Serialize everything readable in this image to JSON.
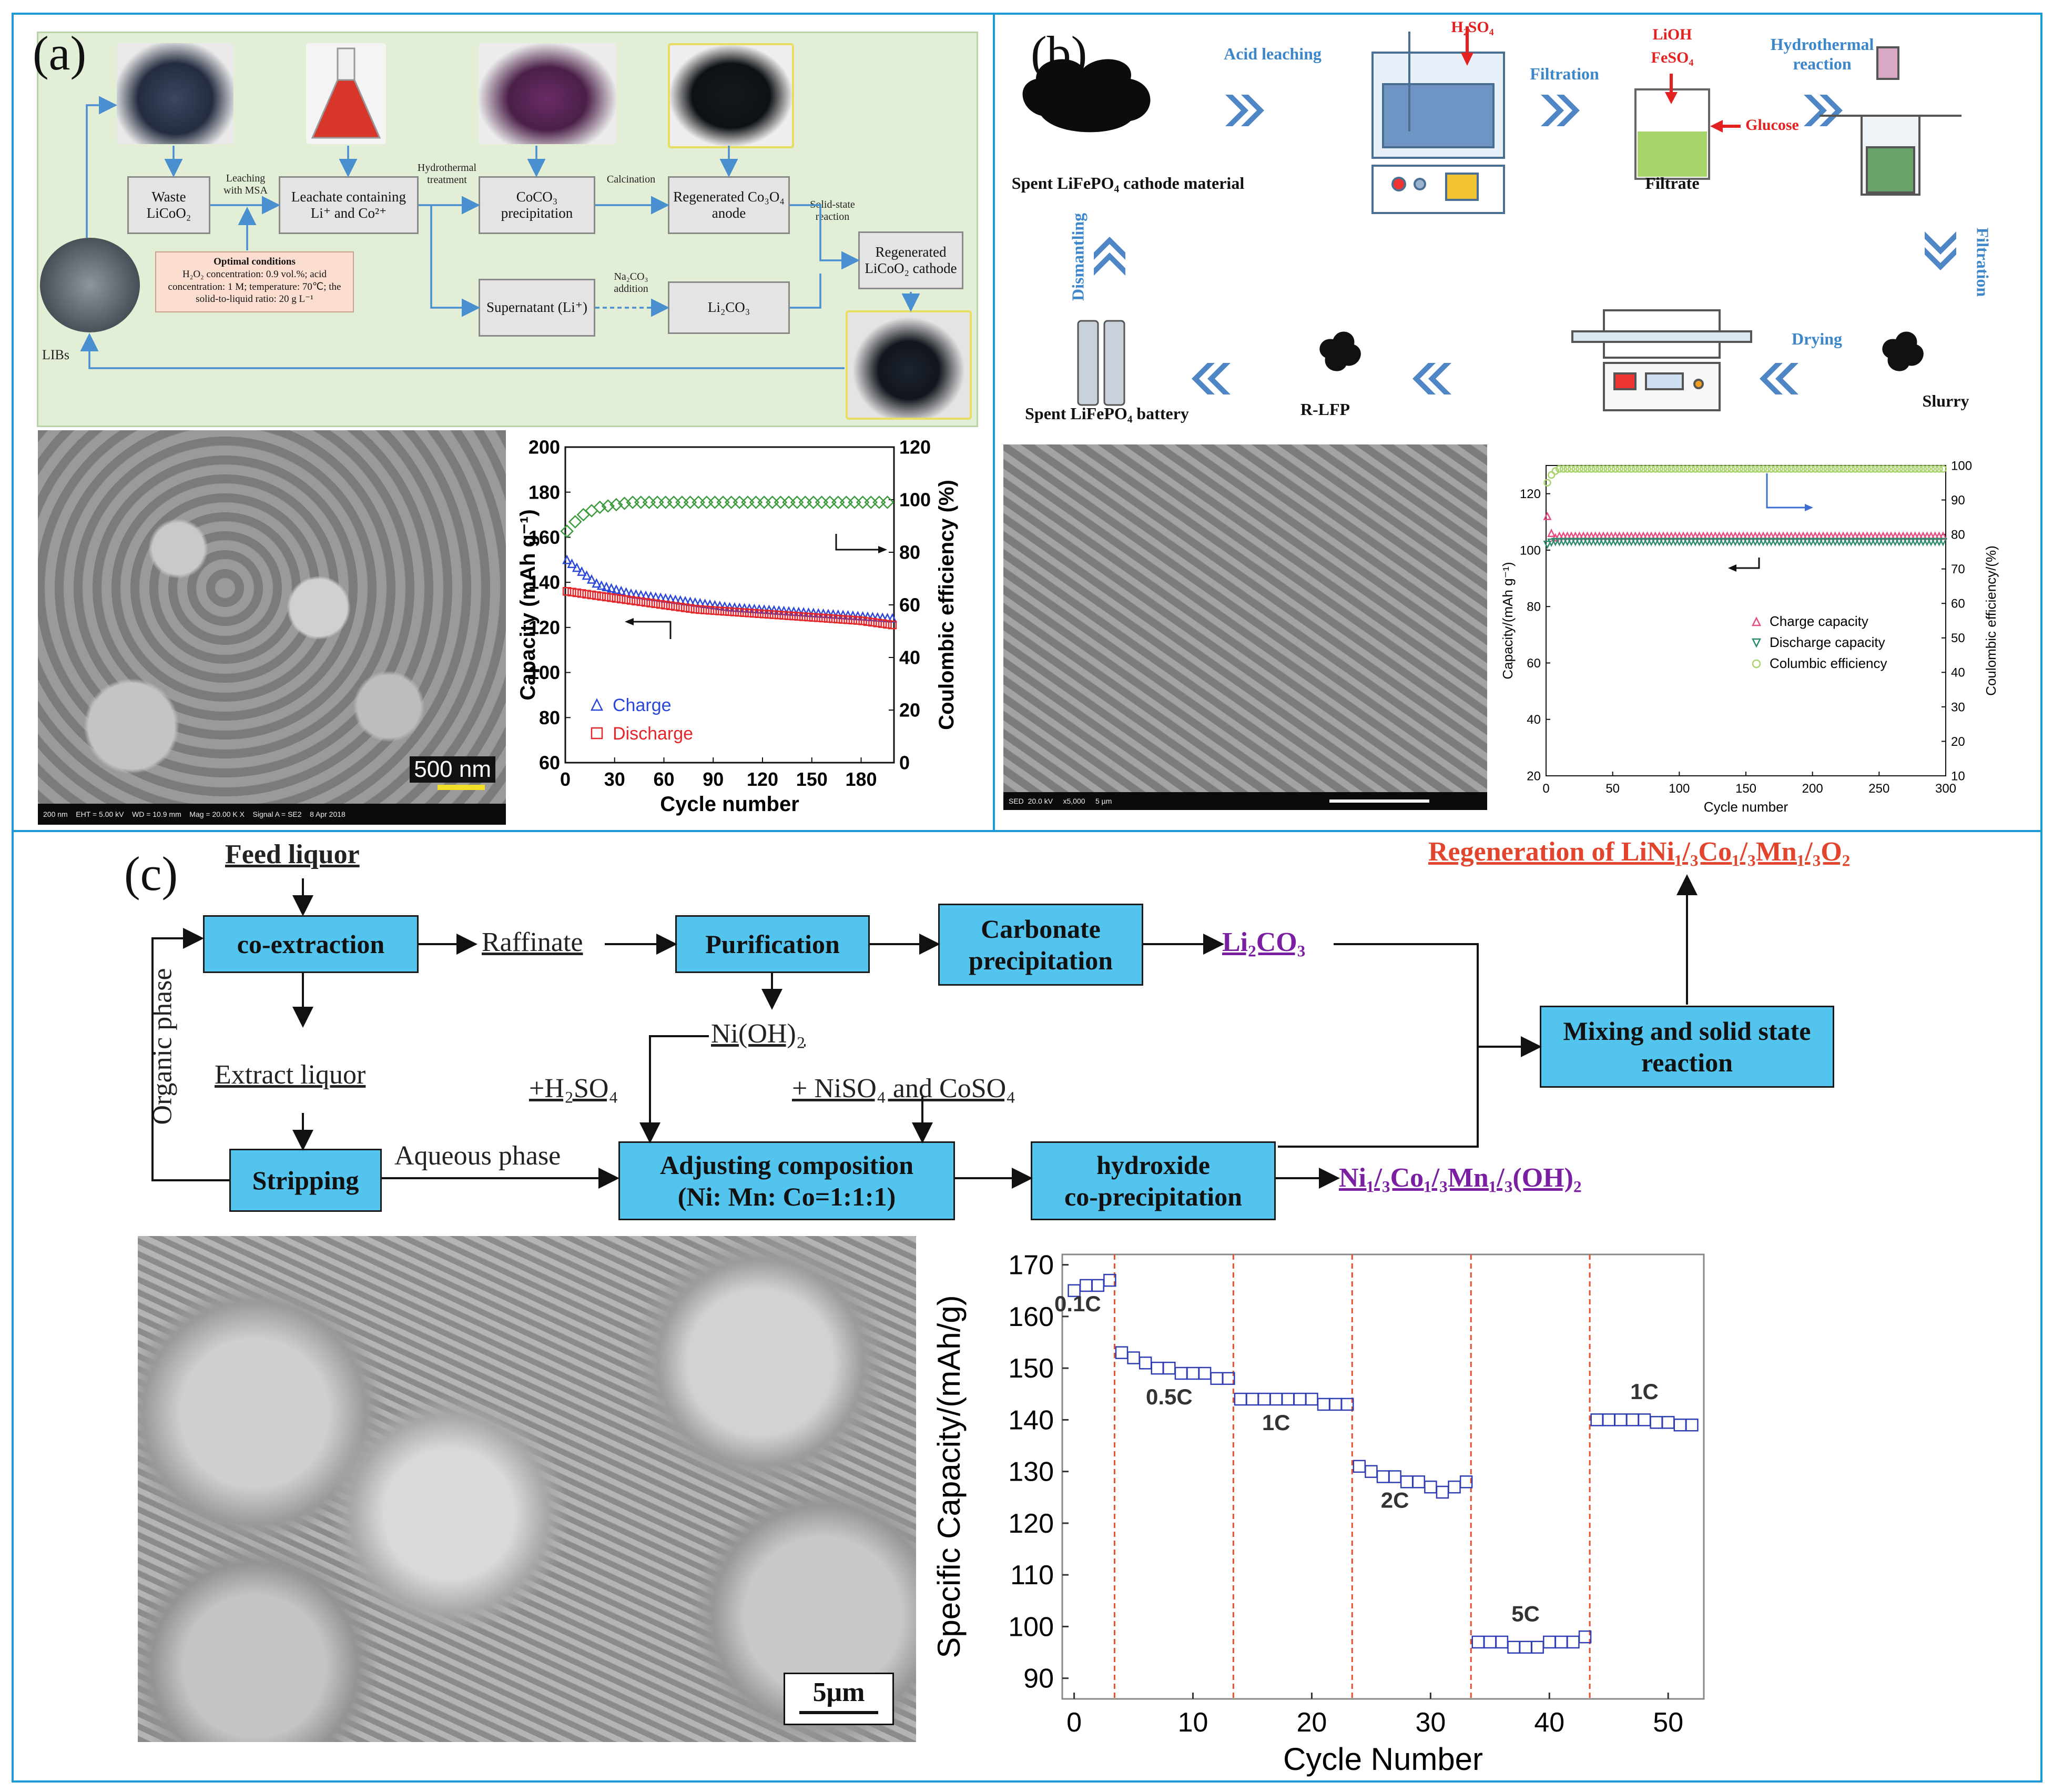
{
  "panels": {
    "a": {
      "letter": "(a)",
      "boxes": {
        "waste": "Waste LiCoO₂",
        "leachate": "Leachate containing Li⁺ and Co²⁺",
        "coco3": "CoCO₃ precipitation",
        "co3o4": "Regenerated Co₃O₄ anode",
        "licoo2": "Regenerated LiCoO₂ cathode",
        "supernatant": "Supernatant (Li⁺)",
        "li2co3": "Li₂CO₃"
      },
      "arrow_labels": {
        "leaching": "Leaching with MSA",
        "hydrothermal": "Hydrothermal treatment",
        "calcination": "Calcination",
        "solid_state": "Solid-state reaction",
        "na2co3": "Na₂CO₃ addition"
      },
      "optimal": {
        "title": "Optimal conditions",
        "text": "H₂O₂ concentration: 0.9 vol.%; acid concentration: 1 M; temperature: 70℃; the solid-to-liquid ratio: 20 g L⁻¹"
      },
      "libs_label": "LIBs",
      "sem": {
        "scale": "500 nm",
        "info": "200 nm    EHT = 5.00 kV    WD = 10.9 mm    Mag = 20.00 K X    Signal A = SE2    8 Apr 2018"
      }
    },
    "b": {
      "letter": "(b)",
      "labels": {
        "spent_material": "Spent LiFePO₄ cathode material",
        "acid_leaching": "Acid leaching",
        "h2so4": "H₂SO₄",
        "filtration1": "Filtration",
        "lioh": "LiOH",
        "feso4": "FeSO₄",
        "glucose": "Glucose",
        "filtrate": "Filtrate",
        "hydrothermal": "Hydrothermal reaction",
        "filtration2": "Filtration",
        "slurry": "Slurry",
        "drying": "Drying",
        "rlfp": "R-LFP",
        "spent_battery": "Spent LiFePO₄ battery",
        "dismantling": "Dismantling"
      },
      "sem": {
        "info": "SED  20.0 kV     x5,000     5 µm"
      }
    },
    "c": {
      "letter": "(c)",
      "labels": {
        "feed": "Feed liquor",
        "coext": "co-extraction",
        "raffinate": "Raffinate",
        "purification": "Purification",
        "carbonate": "Carbonate precipitation",
        "li2co3": "Li₂CO₃",
        "regen": "Regeneration of LiNi₁/₃Co₁/₃Mn₁/₃O₂",
        "organic": "Organic phase",
        "extract": "Extract liquor",
        "nioh2": "Ni(OH)₂",
        "h2so4": "+H₂SO₄",
        "niso4": "+ NiSO₄ and CoSO₄",
        "mixing": "Mixing and solid state reaction",
        "stripping": "Stripping",
        "aqueous": "Aqueous phase",
        "adjusting1": "Adjusting composition",
        "adjusting2": "(Ni: Mn: Co=1:1:1)",
        "hydroxide1": "hydroxide",
        "hydroxide2": "co-precipitation",
        "ncm": "Ni₁/₃Co₁/₃Mn₁/₃(OH)₂"
      },
      "sem": {
        "scale": "5μm"
      }
    }
  },
  "chart_data": [
    {
      "id": "a",
      "type": "scatter",
      "xlabel": "Cycle number",
      "ylabel": "Capacity (mAh g⁻¹)",
      "y2label": "Coulombic efficiency (%)",
      "xlim": [
        0,
        200
      ],
      "ylim": [
        60,
        200
      ],
      "y2lim": [
        0,
        120
      ],
      "xticks": [
        0,
        30,
        60,
        90,
        120,
        150,
        180
      ],
      "yticks": [
        60,
        80,
        100,
        120,
        140,
        160,
        180,
        200
      ],
      "y2ticks": [
        0,
        20,
        40,
        60,
        80,
        100,
        120
      ],
      "legend": [
        "Charge",
        "Discharge"
      ],
      "series": [
        {
          "name": "Charge",
          "color": "#2a47d8",
          "marker": "triangle",
          "axis": "left",
          "x": [
            1,
            20,
            40,
            60,
            80,
            100,
            120,
            140,
            160,
            180,
            200
          ],
          "y": [
            150,
            139,
            135,
            133,
            131,
            129,
            128,
            127,
            126,
            125,
            124
          ]
        },
        {
          "name": "Discharge",
          "color": "#e3262a",
          "marker": "square",
          "axis": "left",
          "x": [
            1,
            20,
            40,
            60,
            80,
            100,
            120,
            140,
            160,
            180,
            200
          ],
          "y": [
            136,
            134,
            132,
            130,
            128,
            127,
            126,
            125,
            124,
            123,
            121
          ]
        },
        {
          "name": "Coulombic efficiency",
          "color": "#3c9a3c",
          "marker": "diamond",
          "axis": "right",
          "x": [
            1,
            5,
            10,
            20,
            30,
            40,
            60,
            100,
            150,
            200
          ],
          "y": [
            88,
            91,
            94,
            97,
            98,
            99,
            99,
            99,
            99,
            99
          ]
        }
      ]
    },
    {
      "id": "b",
      "type": "scatter",
      "xlabel": "Cycle number",
      "ylabel": "Capacity/(mAh g⁻¹)",
      "y2label": "Coulombic efficiency/(%)",
      "xlim": [
        0,
        300
      ],
      "ylim": [
        20,
        130
      ],
      "y2lim": [
        10,
        100
      ],
      "xticks": [
        0,
        50,
        100,
        150,
        200,
        250,
        300
      ],
      "yticks": [
        20,
        40,
        60,
        80,
        100,
        120
      ],
      "y2ticks": [
        10,
        20,
        30,
        40,
        50,
        60,
        70,
        80,
        90,
        100
      ],
      "legend": [
        "Charge capacity",
        "Discharge capacity",
        "Columbic efficiency"
      ],
      "series": [
        {
          "name": "Charge capacity",
          "color": "#e64d7e",
          "marker": "triangle",
          "axis": "left",
          "x": [
            1,
            5,
            10,
            50,
            100,
            150,
            200,
            250,
            300
          ],
          "y": [
            112,
            104,
            105,
            105,
            105,
            105,
            105,
            105,
            105
          ]
        },
        {
          "name": "Discharge capacity",
          "color": "#2f8a6f",
          "marker": "triangle-down",
          "axis": "left",
          "x": [
            1,
            5,
            10,
            50,
            100,
            150,
            200,
            250,
            300
          ],
          "y": [
            102,
            103,
            103,
            103,
            103,
            103,
            103,
            103,
            103
          ]
        },
        {
          "name": "Columbic efficiency",
          "color": "#a9d36a",
          "marker": "circle",
          "axis": "right",
          "x": [
            1,
            5,
            10,
            50,
            100,
            150,
            200,
            250,
            300
          ],
          "y": [
            95,
            98,
            99,
            99,
            99,
            99,
            99,
            99,
            99
          ]
        }
      ]
    },
    {
      "id": "c",
      "type": "scatter",
      "xlabel": "Cycle Number",
      "ylabel": "Specific Capacity/(mAh/g)",
      "xlim": [
        -1,
        53
      ],
      "ylim": [
        86,
        172
      ],
      "xticks": [
        0,
        10,
        20,
        30,
        40,
        50
      ],
      "yticks": [
        90,
        100,
        110,
        120,
        130,
        140,
        150,
        160,
        170
      ],
      "rate_labels": [
        "0.1C",
        "0.5C",
        "1C",
        "2C",
        "5C",
        "1C"
      ],
      "dividers": [
        3.4,
        13.4,
        23.4,
        33.4,
        43.4
      ],
      "series": [
        {
          "name": "",
          "color": "#2e3db4",
          "marker": "square",
          "x": [
            0,
            1,
            2,
            3,
            4,
            5,
            6,
            7,
            8,
            9,
            10,
            11,
            12,
            13,
            14,
            15,
            16,
            17,
            18,
            19,
            20,
            21,
            22,
            23,
            24,
            25,
            26,
            27,
            28,
            29,
            30,
            31,
            32,
            33,
            34,
            35,
            36,
            37,
            38,
            39,
            40,
            41,
            42,
            43,
            44,
            45,
            46,
            47,
            48,
            49,
            50,
            51,
            52
          ],
          "y": [
            165,
            166,
            166,
            167,
            153,
            152,
            151,
            150,
            150,
            149,
            149,
            149,
            148,
            148,
            144,
            144,
            144,
            144,
            144,
            144,
            144,
            143,
            143,
            143,
            131,
            130,
            129,
            129,
            128,
            128,
            127,
            126,
            127,
            128,
            97,
            97,
            97,
            96,
            96,
            96,
            97,
            97,
            97,
            98,
            140,
            140,
            140,
            140,
            140,
            139.5,
            139.5,
            139,
            139
          ]
        }
      ]
    }
  ]
}
